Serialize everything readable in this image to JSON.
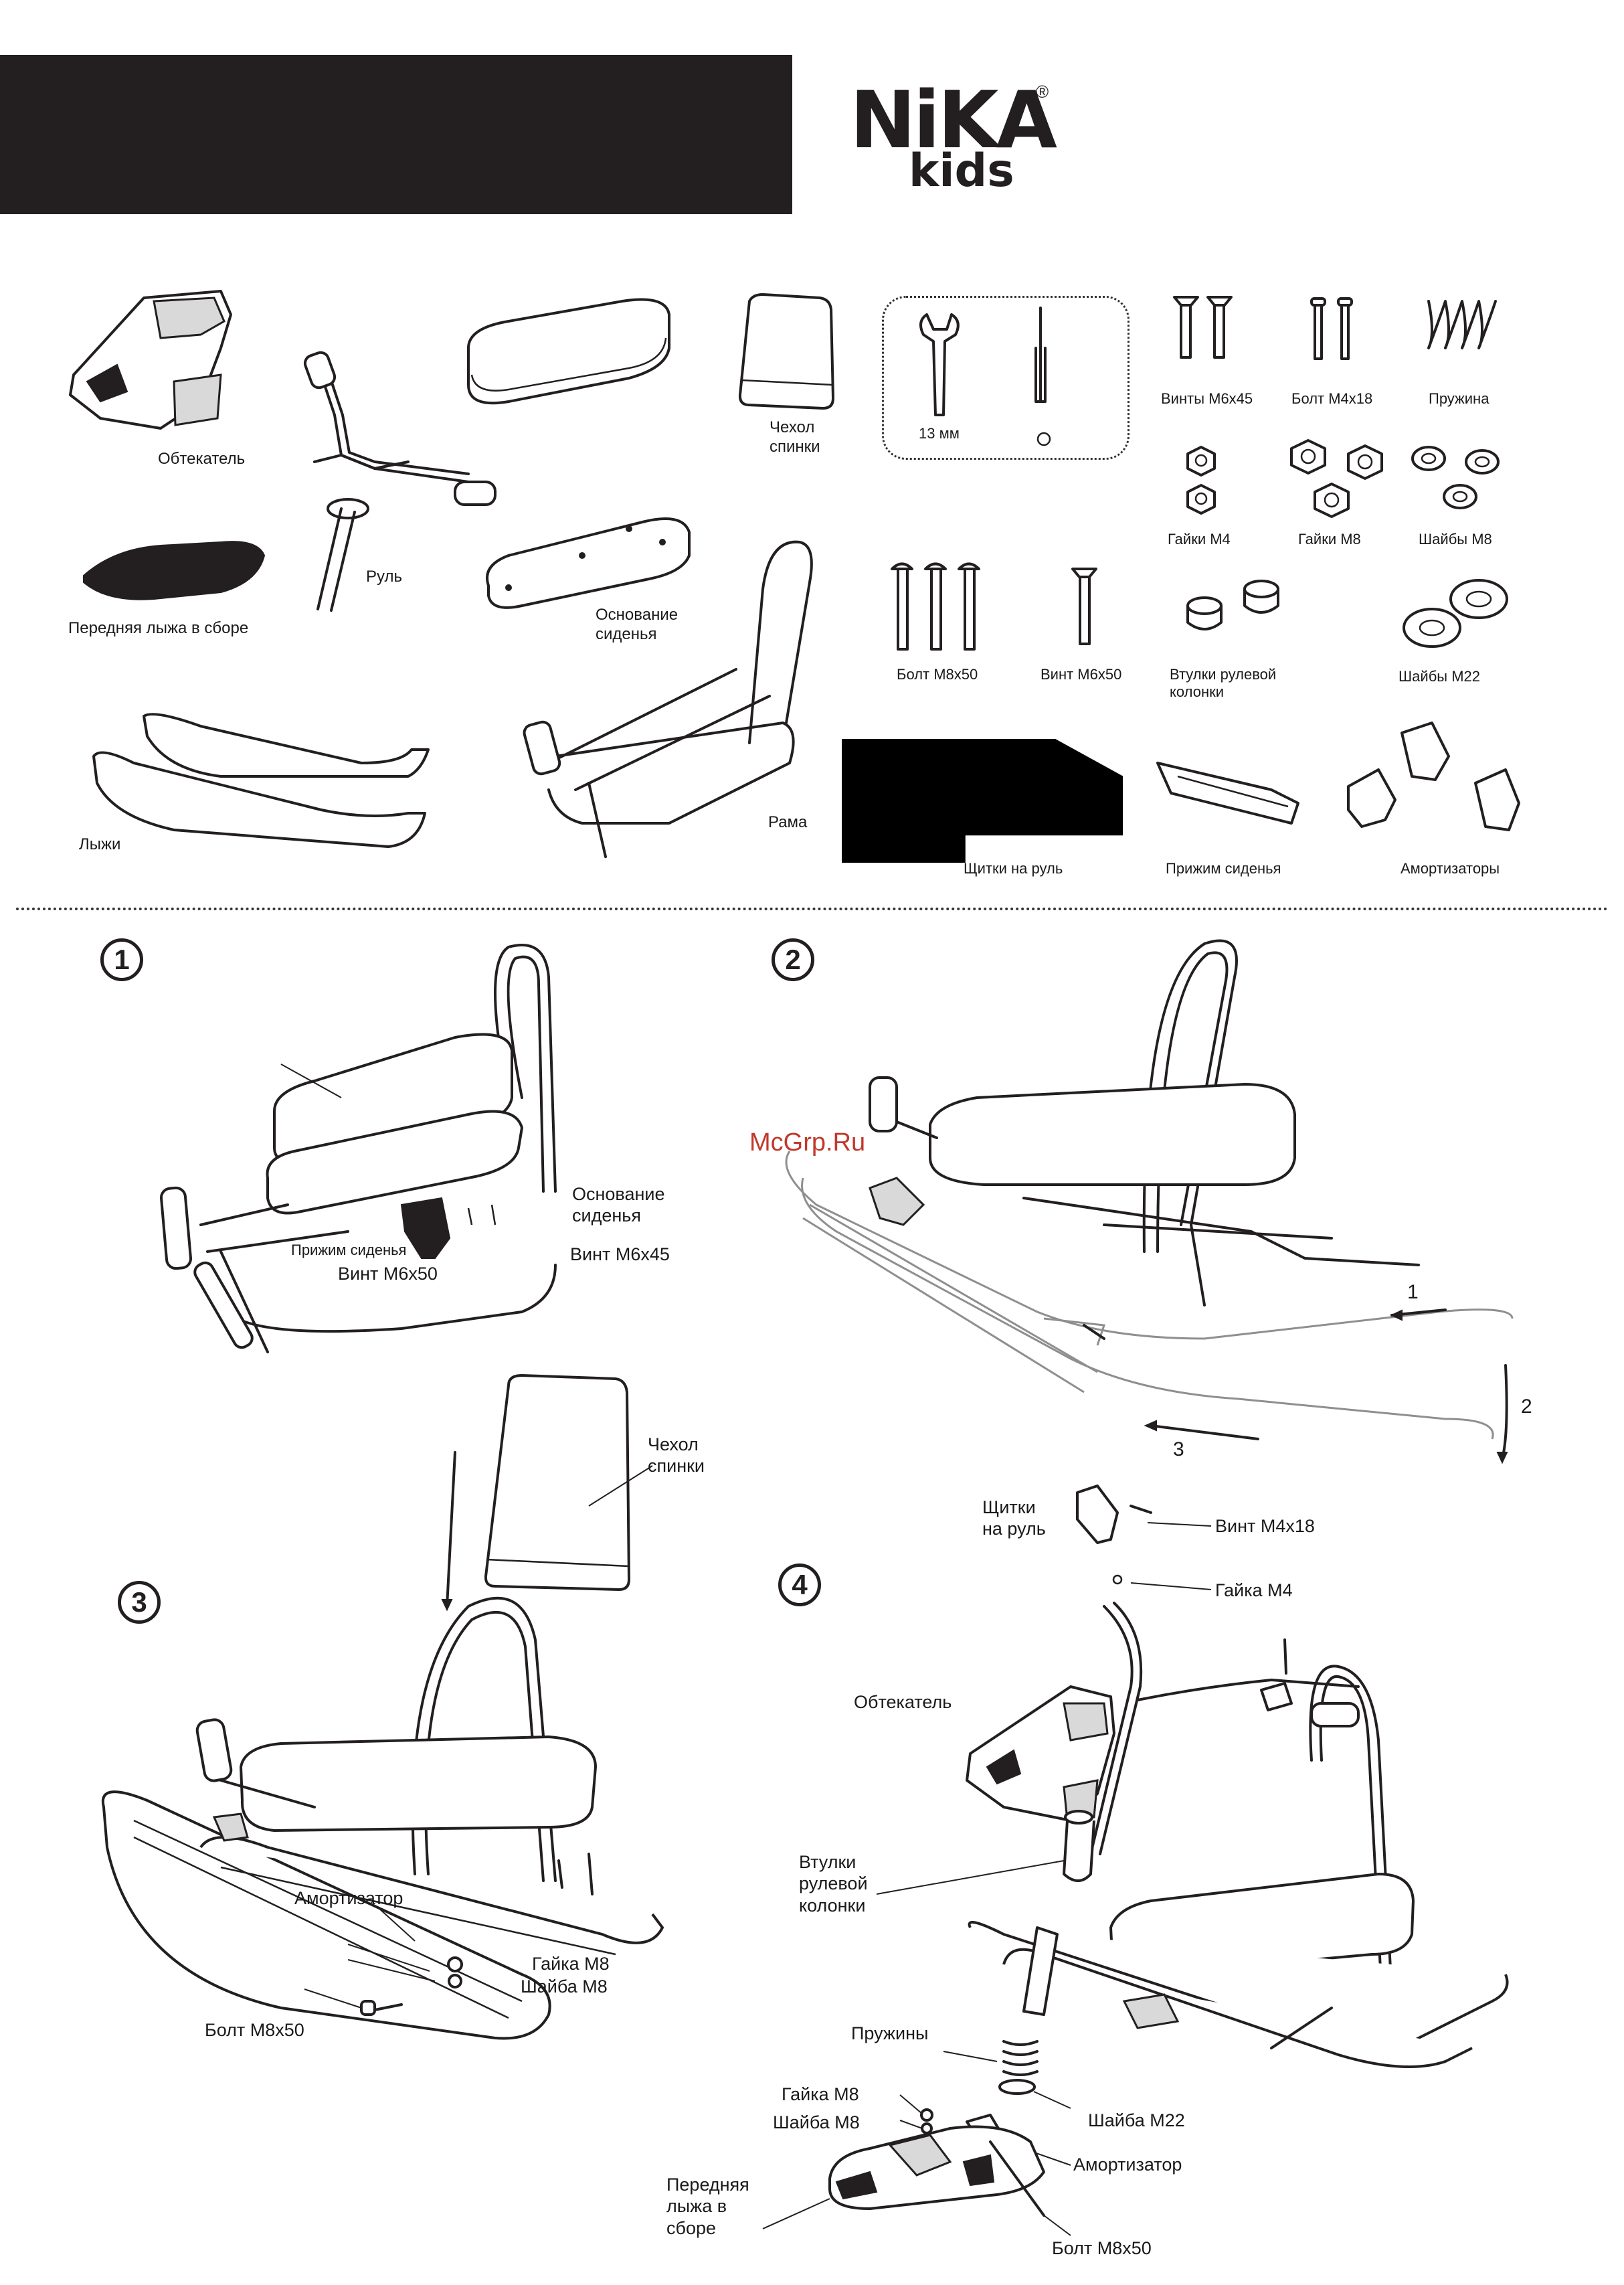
{
  "logo": {
    "name": "NiKA",
    "sub": "kids",
    "reg": "®"
  },
  "parts": {
    "fairing": "Обтекатель",
    "handlebar": "Руль",
    "seat_base": "Основание сиденья",
    "back_cover": "Чехол спинки",
    "tools_size": "13 мм",
    "screws_m6x45": "Винты М6х45",
    "bolt_m4x18": "Болт М4х18",
    "spring": "Пружина",
    "nuts_m4": "Гайки М4",
    "nuts_m8": "Гайки М8",
    "washers_m8": "Шайбы М8",
    "front_ski_assembly": "Передняя лыжа в сборе",
    "bolt_m8x50": "Болт М8х50",
    "screw_m6x50": "Винт М6х50",
    "steering_bushings": "Втулки рулевой колонки",
    "washers_m22": "Шайбы М22",
    "skis": "Лыжи",
    "frame": "Рама",
    "handlebar_guards": "Щитки на руль",
    "seat_clamp": "Прижим сиденья",
    "shock_absorbers": "Амортизаторы"
  },
  "watermark": "McGrp.Ru",
  "steps": {
    "s1": {
      "num": "1",
      "seat_base": "Основание сиденья",
      "screw_m6x45": "Винт М6х45",
      "seat_clamp": "Прижим сиденья",
      "screw_m6x50": "Винт М6х50"
    },
    "s2": {
      "num": "2",
      "arrow1": "1",
      "arrow2": "2",
      "arrow3": "3"
    },
    "s3": {
      "num": "3",
      "back_cover": "Чехол спинки",
      "shock": "Амортизатор",
      "nut_m8": "Гайка М8",
      "washer_m8": "Шайба М8",
      "bolt_m8x50": "Болт М8х50"
    },
    "s4": {
      "num": "4",
      "guards": "Щитки на руль",
      "screw_m4x18": "Винт М4х18",
      "nut_m4": "Гайка М4",
      "fairing": "Обтекатель",
      "bushings": "Втулки рулевой колонки",
      "springs": "Пружины",
      "nut_m8": "Гайка М8",
      "washer_m8": "Шайба М8",
      "washer_m22": "Шайба М22",
      "shock": "Амортизатор",
      "front_ski": "Передняя лыжа в сборе",
      "bolt_m8x50": "Болт М8х50"
    }
  }
}
